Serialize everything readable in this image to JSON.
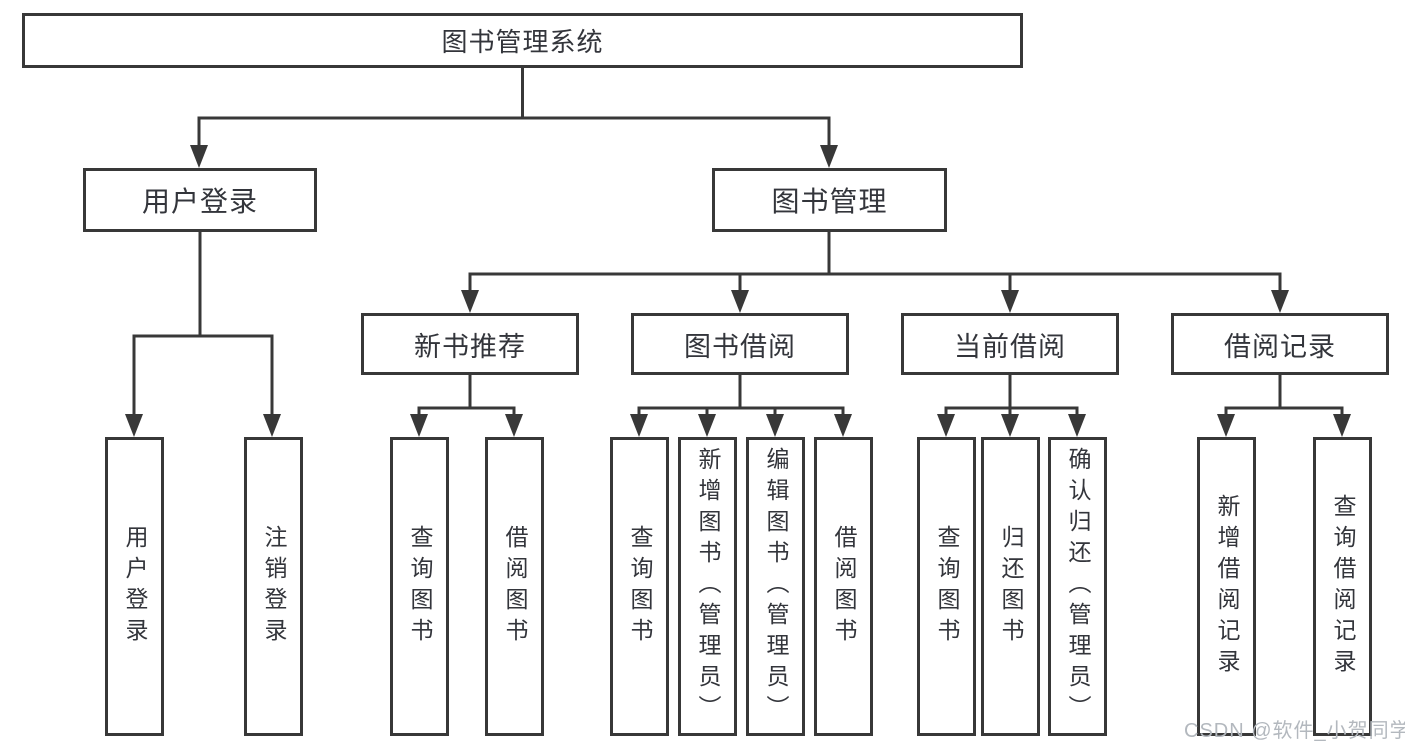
{
  "tree": {
    "label": "图书管理系统",
    "children": [
      {
        "label": "用户登录",
        "children": [
          {
            "label": "用户登录"
          },
          {
            "label": "注销登录"
          }
        ]
      },
      {
        "label": "图书管理",
        "children": [
          {
            "label": "新书推荐",
            "children": [
              {
                "label": "查询图书"
              },
              {
                "label": "借阅图书"
              }
            ]
          },
          {
            "label": "图书借阅",
            "children": [
              {
                "label": "查询图书"
              },
              {
                "label": "新增图书（管理员）"
              },
              {
                "label": "编辑图书（管理员）"
              },
              {
                "label": "借阅图书"
              }
            ]
          },
          {
            "label": "当前借阅",
            "children": [
              {
                "label": "查询图书"
              },
              {
                "label": "归还图书"
              },
              {
                "label": "确认归还（管理员）"
              }
            ]
          },
          {
            "label": "借阅记录",
            "children": [
              {
                "label": "新增借阅记录"
              },
              {
                "label": "查询借阅记录"
              }
            ]
          }
        ]
      }
    ]
  },
  "watermark": {
    "text": "CSDN @软件_小贺同学"
  },
  "colors": {
    "line": "#383838",
    "text": "#33353b",
    "watermark": "#b3b8be",
    "background": "#ffffff"
  }
}
